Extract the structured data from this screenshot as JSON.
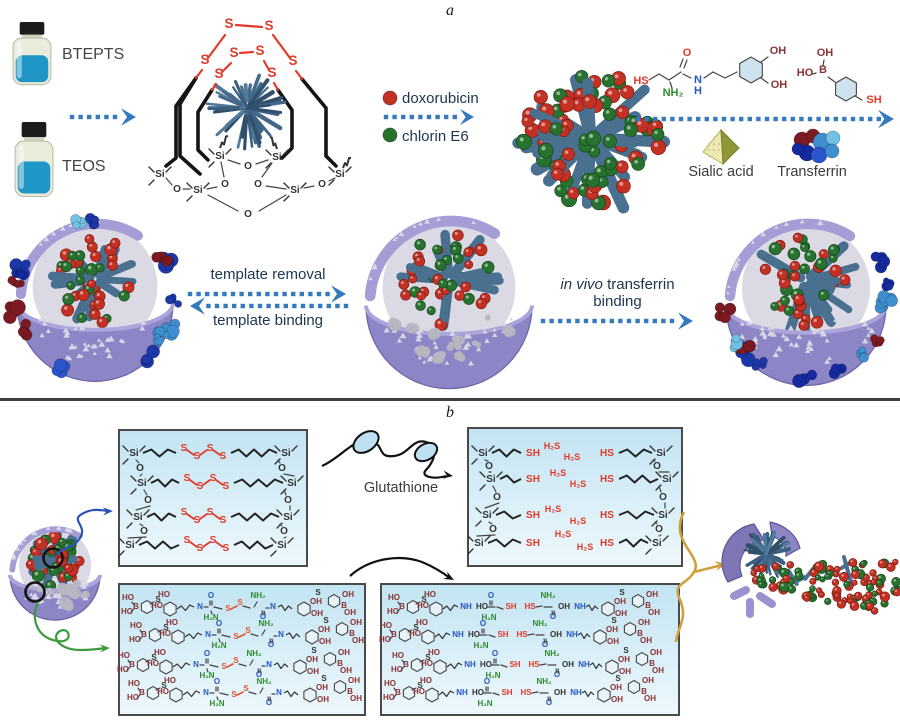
{
  "panels": {
    "a_label": "a",
    "b_label": "b"
  },
  "atoms": {
    "s": "S",
    "si": "Si",
    "o": "O",
    "oh": "OH",
    "ho": "HO",
    "hs": "HS",
    "sh": "SH",
    "b": "B",
    "n": "N",
    "h": "H",
    "nh": "NH",
    "nh2": "NH₂",
    "h2n": "H₂N",
    "h2s": "H₂S"
  },
  "panel_a": {
    "reagents": [
      {
        "label": "BTEPTS"
      },
      {
        "label": "TEOS"
      }
    ],
    "legend": [
      {
        "label": "doxorubicin",
        "color": "#c23124"
      },
      {
        "label": "chlorin E6",
        "color": "#27722f"
      }
    ],
    "ligands": [
      {
        "label": "Sialic acid"
      },
      {
        "label": "Transferrin"
      }
    ],
    "process": {
      "template_removal": "template removal",
      "template_binding": "template binding",
      "in_vivo_italic": "in vivo",
      "in_vivo_rest": " transferrin",
      "in_vivo_line2": "binding"
    }
  },
  "panel_b": {
    "enzyme_label": "Glutathione"
  },
  "colors": {
    "arrow_blue": "#3579be",
    "sulfur_red": "#e23a28",
    "dox_red": "#c23124",
    "ce6_green": "#27722f",
    "rod_slate": "#4a7090",
    "shell_purple": "#8d86c6",
    "box_border": "#4a4a4a",
    "gold": "#cfa13e"
  }
}
